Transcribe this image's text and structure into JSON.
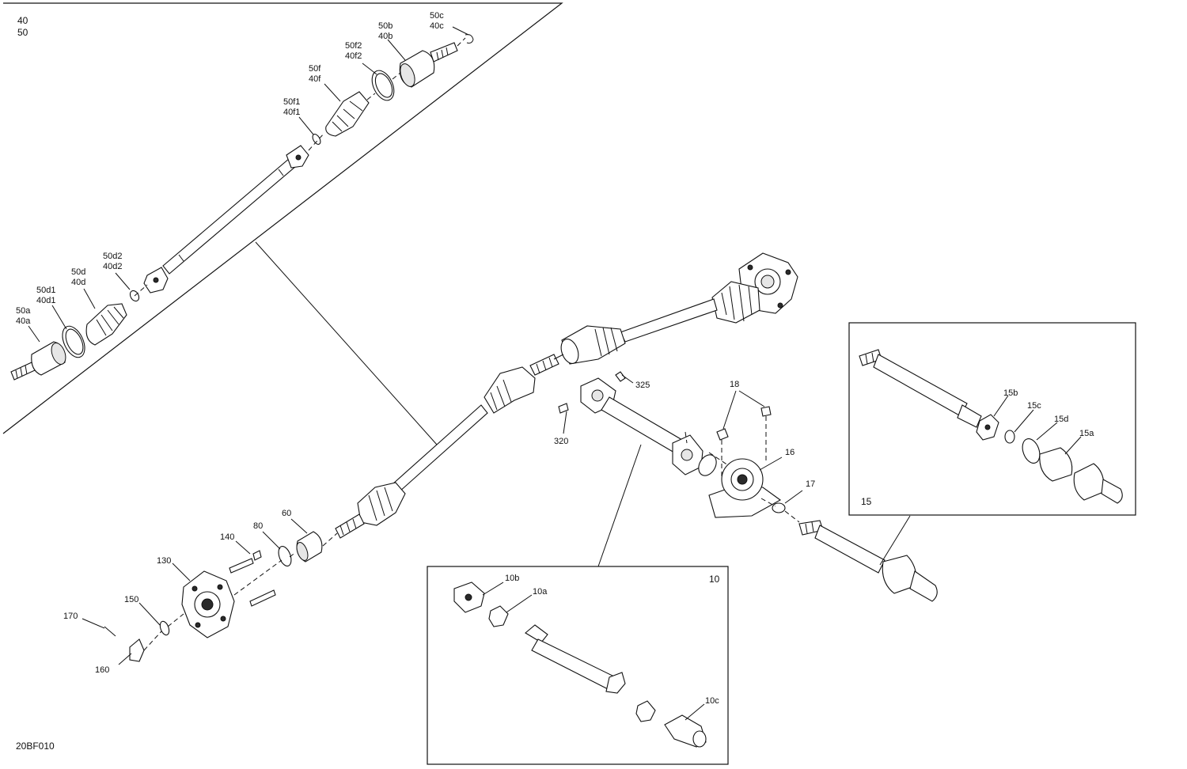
{
  "diagram": {
    "doc_code": "20BF010",
    "inset_top_left": {
      "line1": "40",
      "line2": "50"
    },
    "inset_right_id": "15",
    "inset_bottom_id": "10",
    "labels": {
      "l50c": "50c",
      "l40c": "40c",
      "l50b": "50b",
      "l40b": "40b",
      "l50f2": "50f2",
      "l40f2": "40f2",
      "l50f": "50f",
      "l40f": "40f",
      "l50f1": "50f1",
      "l40f1": "40f1",
      "l50d2": "50d2",
      "l40d2": "40d2",
      "l50d": "50d",
      "l40d": "40d",
      "l50d1": "50d1",
      "l40d1": "40d1",
      "l50a": "50a",
      "l40a": "40a",
      "l325": "325",
      "l320": "320",
      "l18": "18",
      "l16": "16",
      "l17": "17",
      "l60": "60",
      "l80": "80",
      "l140": "140",
      "l130": "130",
      "l150": "150",
      "l170": "170",
      "l160": "160",
      "l15b": "15b",
      "l15c": "15c",
      "l15d": "15d",
      "l15a": "15a",
      "l10b": "10b",
      "l10a": "10a",
      "l10c": "10c"
    }
  }
}
